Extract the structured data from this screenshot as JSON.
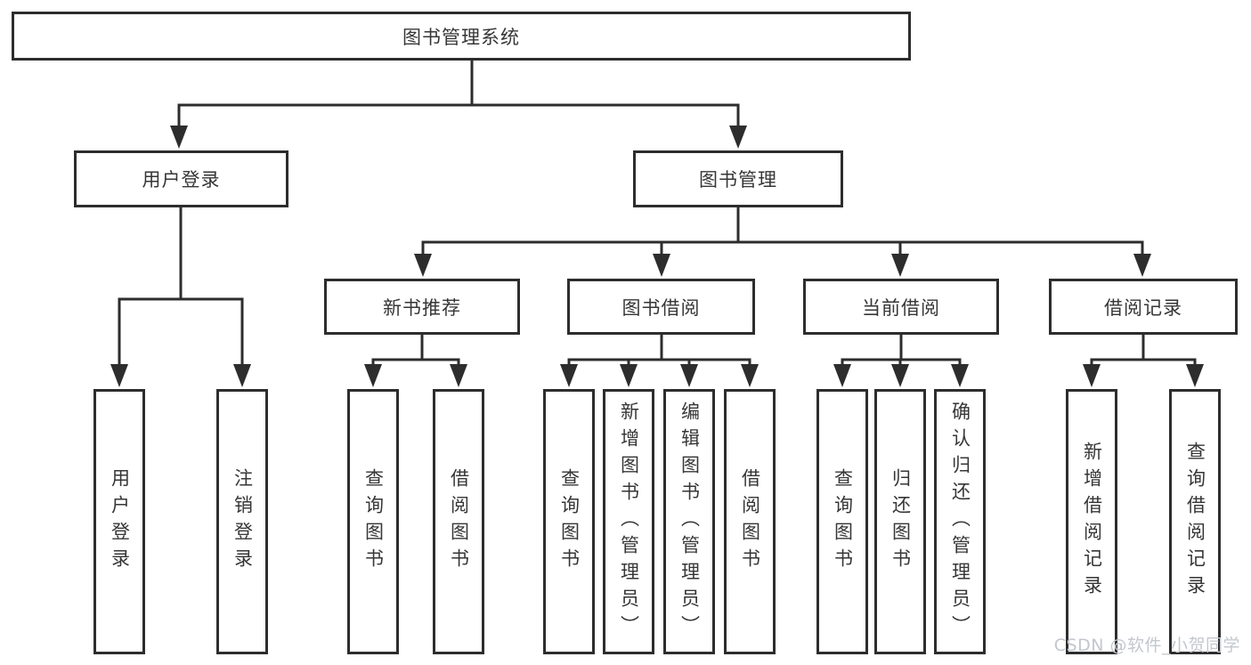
{
  "colors": {
    "background": "#ffffff",
    "line": "#2d2d2d",
    "text": "#363636",
    "watermark": "#c3c7cd"
  },
  "watermark": {
    "text": "CSDN @软件_小贺同学"
  },
  "tree": {
    "label": "图书管理系统",
    "children": [
      {
        "label": "用户登录",
        "children": [
          {
            "label": "用户登录"
          },
          {
            "label": "注销登录"
          }
        ]
      },
      {
        "label": "图书管理",
        "children": [
          {
            "label": "新书推荐",
            "children": [
              {
                "label": "查询图书"
              },
              {
                "label": "借阅图书"
              }
            ]
          },
          {
            "label": "图书借阅",
            "children": [
              {
                "label": "查询图书"
              },
              {
                "label": "新增图书（管理员）"
              },
              {
                "label": "编辑图书（管理员）"
              },
              {
                "label": "借阅图书"
              }
            ]
          },
          {
            "label": "当前借阅",
            "children": [
              {
                "label": "查询图书"
              },
              {
                "label": "归还图书"
              },
              {
                "label": "确认归还（管理员）"
              }
            ]
          },
          {
            "label": "借阅记录",
            "children": [
              {
                "label": "新增借阅记录"
              },
              {
                "label": "查询借阅记录"
              }
            ]
          }
        ]
      }
    ]
  }
}
